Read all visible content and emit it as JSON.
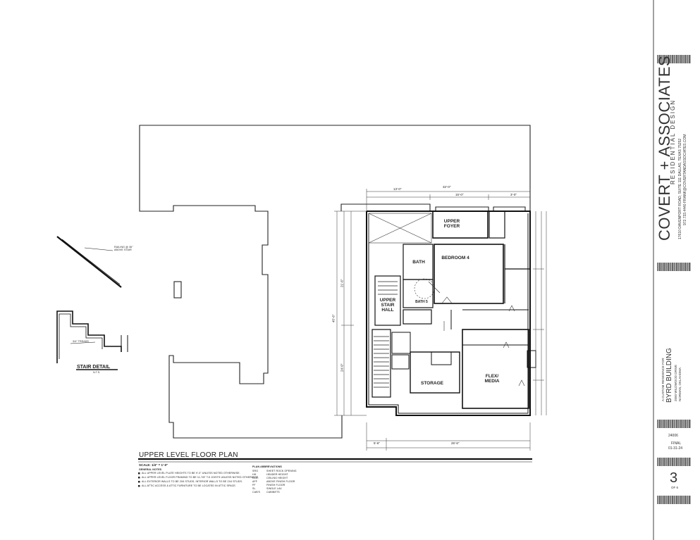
{
  "plan": {
    "title": "UPPER LEVEL FLOOR PLAN",
    "scale": "SCALE: 1/4\" = 1'-0\"",
    "general_notes_title": "GENERAL NOTES",
    "general_notes": [
      "ALL UPPER LEVEL PLATE HEIGHTS TO BE 9'-0\" UNLESS NOTED OTHERWISE.",
      "ALL UPPER LEVEL FLOOR FRAMING TO BE 11-7/8\" TJI JOISTS UNLESS NOTED OTHERWISE.",
      "ALL EXTERIOR WALLS TO BE 2X6 STUDS, INTERIOR WALLS TO BE 2X4 STUDS.",
      "ALL ATTIC ACCESS & ATTIC FURNITURE TO BE LOCATED IN ATTIC SPACE."
    ],
    "abbreviations_title": "PLAN ABBREVIATIONS",
    "abbreviations": [
      "SHEET ROCK OPENING",
      "HEADER HEIGHT",
      "CEILING HEIGHT",
      "ABOVE FINISH FLOOR",
      "FINISH FLOOR",
      "SINGLE LAV",
      "CABINETS"
    ],
    "abbreviation_codes": [
      "SRO",
      "HH",
      "CLG.",
      "AFF",
      "FF",
      "SL",
      "CAB'S"
    ]
  },
  "rooms": {
    "upper_foyer": "UPPER FOYER",
    "bedroom": "BEDROOM 4",
    "bath": "BATH",
    "upper_stair_hall": "UPPER STAIR HALL",
    "flex_media": "FLEX/ MEDIA",
    "storage": "STORAGE",
    "bath2": "BATH 5"
  },
  "stair_detail": {
    "title": "STAIR DETAIL",
    "scale": "N.T.S.",
    "note1": "RAILING @ 36\" ABOVE STAIR",
    "note2": "3/4\" TREADS"
  },
  "dimensions": {
    "overall_width": "32'-0\"",
    "top_a": "13'-0\"",
    "top_b": "15'-0\"",
    "top_c": "3'-0\"",
    "bottom_a": "5'-6\"",
    "bottom_b": "26'-6\"",
    "left_overall": "45'-6\"",
    "left_a": "21'-6\"",
    "left_b": "24'-0\""
  },
  "title_block": {
    "firm": "COVERT + ASSOCIATES",
    "firm_sub": "RESIDENTIAL DESIGN",
    "address1": "17610 DAVENPORT ROAD, SUITE 111 DALLAS, TEXAS 75252",
    "address2": "972.733.4440   FRANK@COVERTANDASSOCIATES.COM",
    "project_line1": "A CUSTOM RESIDENCE FOR",
    "project_name": "BYRD BUILDING",
    "project_line2": "2550 WILDWOOD DRIVE",
    "project_line3": "NORMAN, OKLAHOMA",
    "job_no": "24006",
    "status": "FINAL",
    "date": "01-31-24",
    "sheet_no": "3",
    "sheet_of": "OF 6"
  }
}
